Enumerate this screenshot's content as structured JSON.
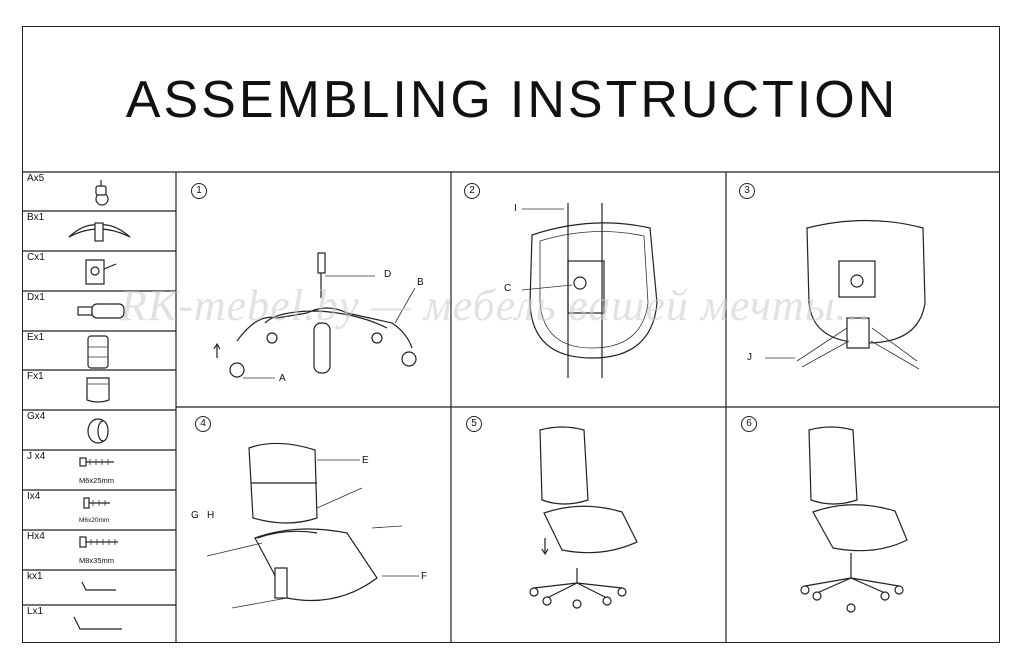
{
  "title": {
    "word1": "ASSEMBLING",
    "word2": "INSTRUCTION"
  },
  "parts": [
    {
      "label": "Ax5",
      "size": ""
    },
    {
      "label": "Bx1",
      "size": ""
    },
    {
      "label": "Cx1",
      "size": ""
    },
    {
      "label": "Dx1",
      "size": ""
    },
    {
      "label": "Ex1",
      "size": ""
    },
    {
      "label": "Fx1",
      "size": ""
    },
    {
      "label": "Gx4",
      "size": ""
    },
    {
      "label": "J x4",
      "size": "M6x25mm"
    },
    {
      "label": "Ix4",
      "size": "M6x20mm"
    },
    {
      "label": "Hx4",
      "size": "M8x35mm"
    },
    {
      "label": "kx1",
      "size": ""
    },
    {
      "label": "Lx1",
      "size": ""
    }
  ],
  "steps": [
    {
      "num": "1",
      "callouts": [
        "D",
        "B",
        "A"
      ]
    },
    {
      "num": "2",
      "callouts": [
        "I",
        "C"
      ]
    },
    {
      "num": "3",
      "callouts": [
        "J"
      ]
    },
    {
      "num": "4",
      "callouts": [
        "E",
        "G",
        "H",
        "F"
      ]
    },
    {
      "num": "5",
      "callouts": []
    },
    {
      "num": "6",
      "callouts": []
    }
  ],
  "watermark": "RK-mebel.by — мебель вашей мечты..."
}
